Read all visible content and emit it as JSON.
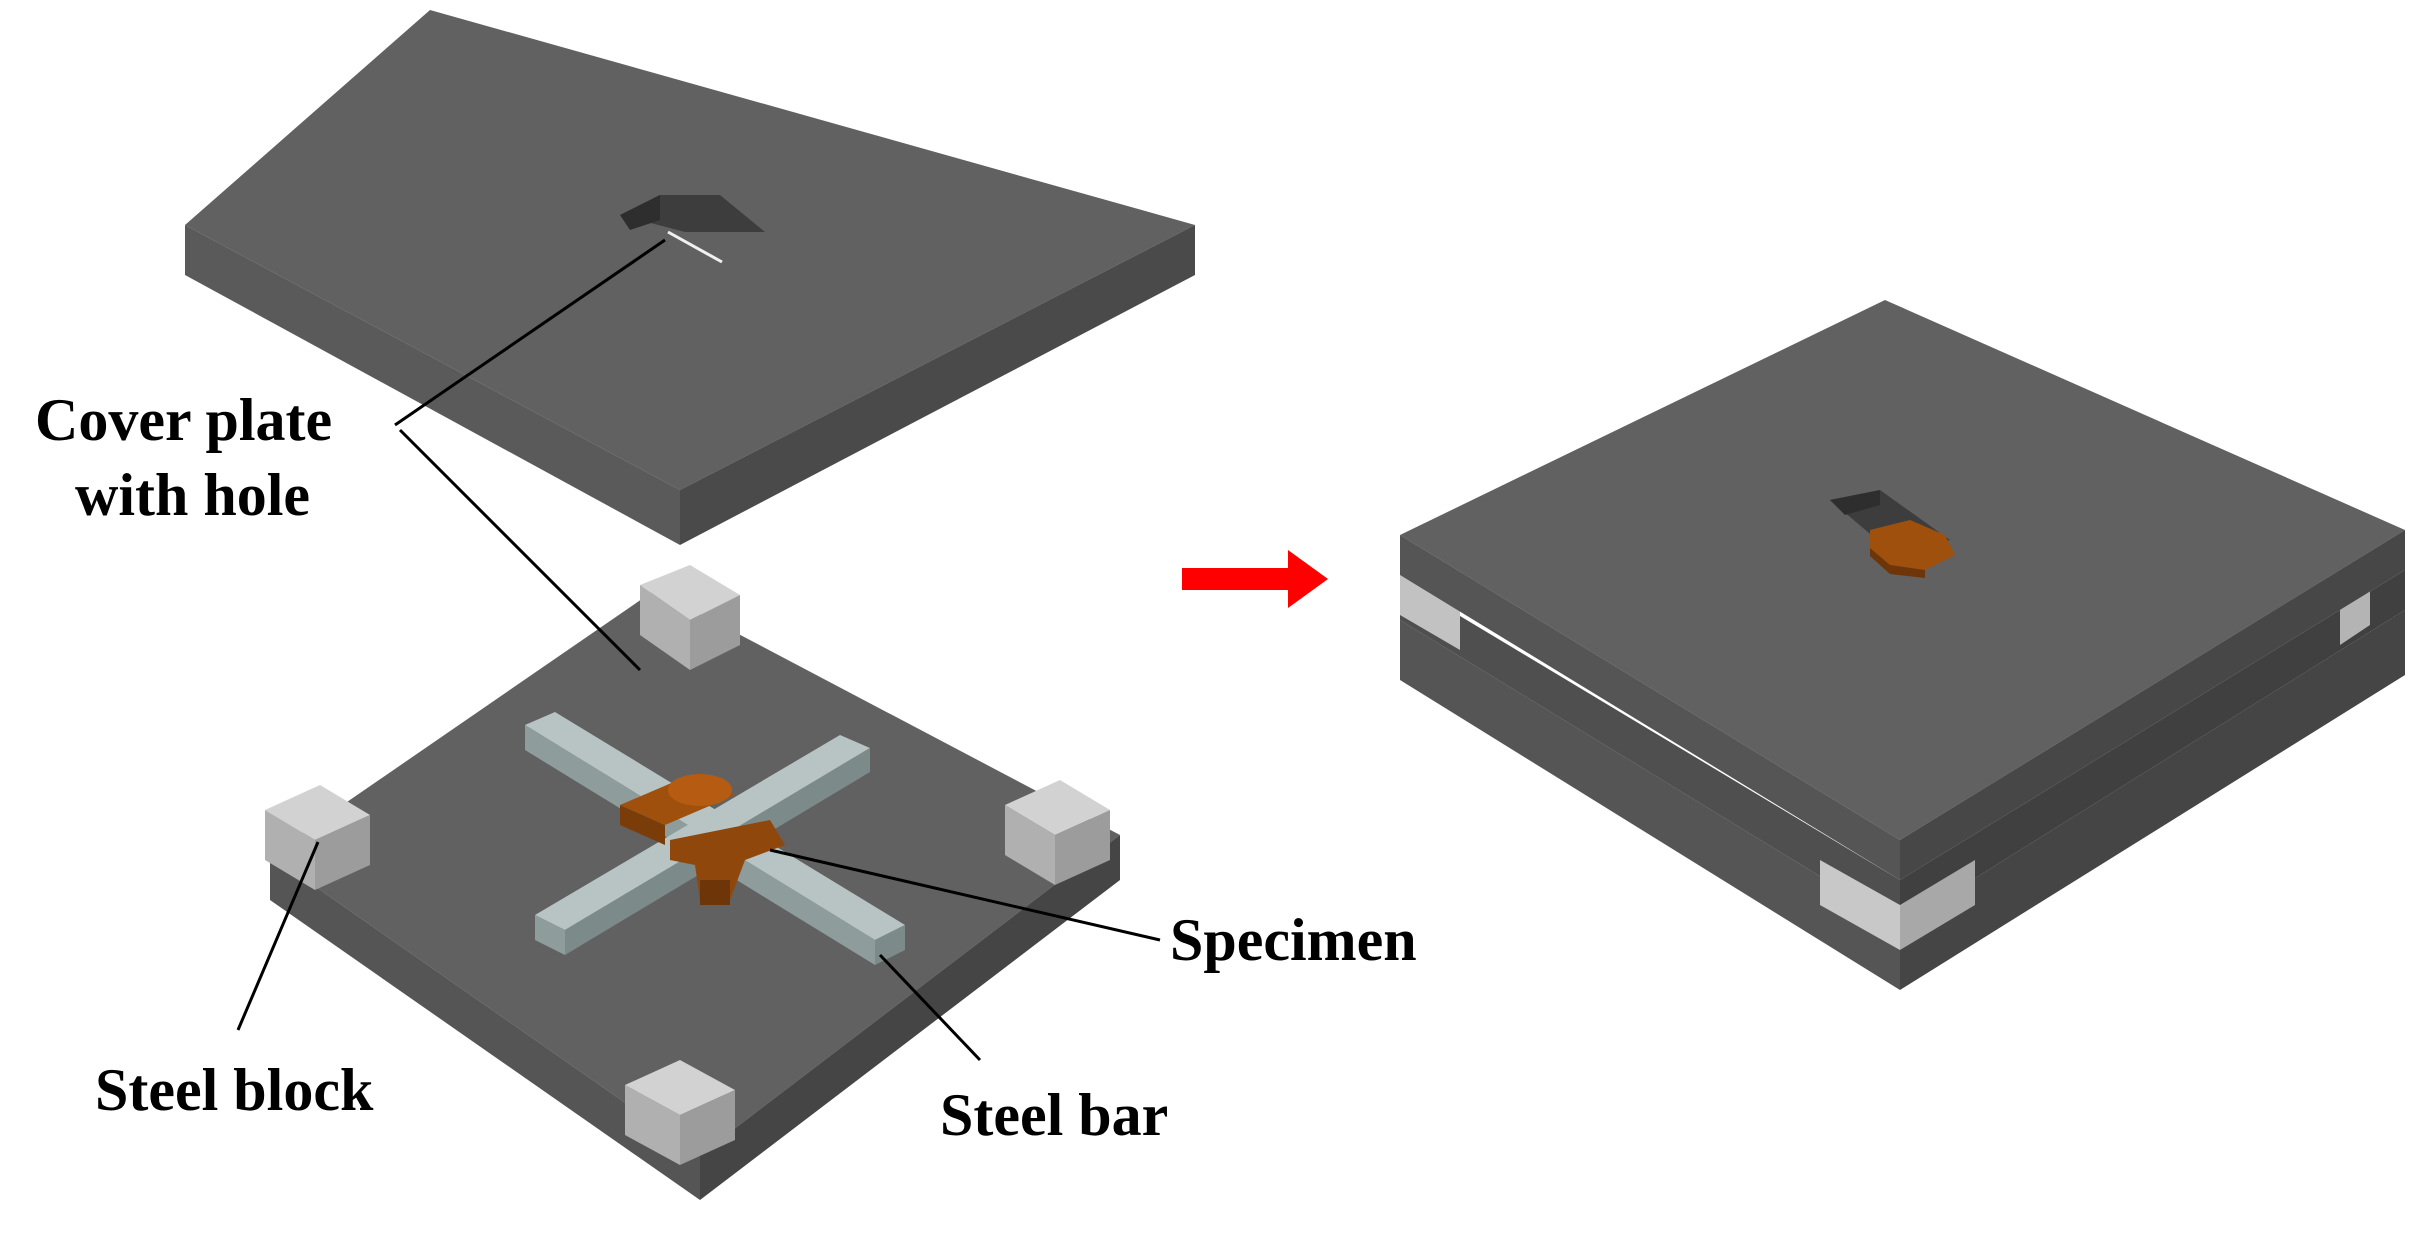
{
  "labels": {
    "cover_plate_line1": "Cover plate",
    "cover_plate_line2": "with hole",
    "specimen": "Specimen",
    "steel_block": "Steel block",
    "steel_bar": "Steel bar"
  },
  "colors": {
    "plate_top": "#616161",
    "plate_side_left": "#555555",
    "plate_side_right": "#4a4a4a",
    "steel_block_top": "#c8c8c8",
    "steel_block_side": "#a8a8a8",
    "steel_bar_top": "#b8c4c4",
    "steel_bar_side": "#8e9c9c",
    "specimen": "#a0500d",
    "specimen_dark": "#6e3508",
    "arrow": "#ff0000",
    "leader_line": "#000000"
  }
}
